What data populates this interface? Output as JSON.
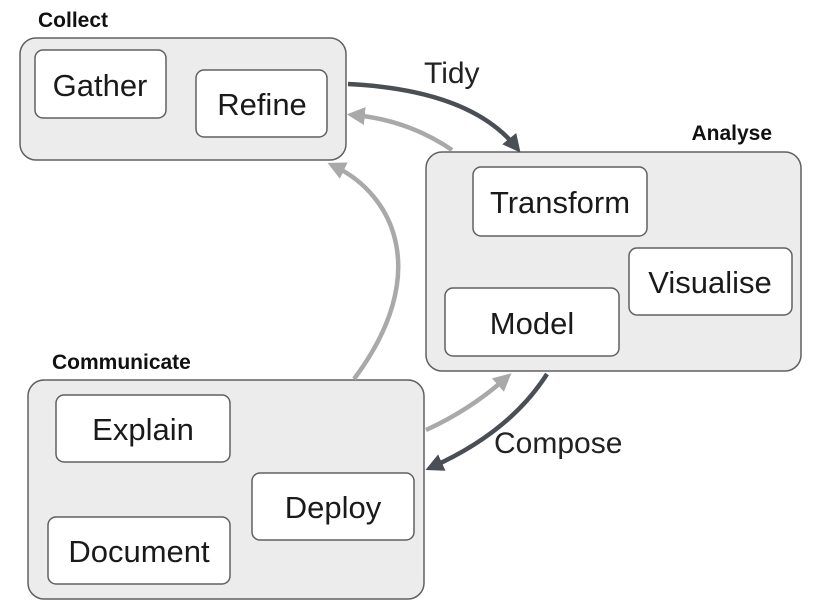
{
  "groups": {
    "collect": {
      "title": "Collect",
      "steps": [
        "Gather",
        "Refine"
      ]
    },
    "analyse": {
      "title": "Analyse",
      "steps": [
        "Transform",
        "Visualise",
        "Model"
      ]
    },
    "communicate": {
      "title": "Communicate",
      "steps": [
        "Explain",
        "Deploy",
        "Document"
      ]
    }
  },
  "edges": {
    "tidy": "Tidy",
    "compose": "Compose"
  },
  "colors": {
    "primary_arrow": "#4a4f55",
    "secondary_arrow": "#a9a9a9",
    "group_fill": "#ececec",
    "box_fill": "#ffffff",
    "border": "#606060"
  }
}
